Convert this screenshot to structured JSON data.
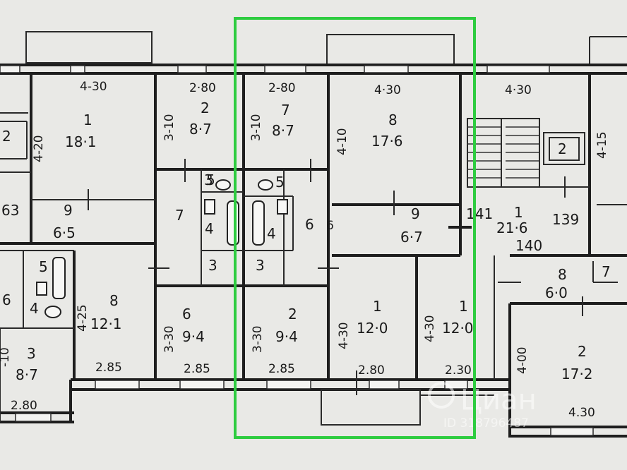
{
  "colors": {
    "paper": "#e9e9e6",
    "ink": "#1e1e1e",
    "highlight": "#2ecc40"
  },
  "watermark": {
    "logo": "Циан",
    "id": "ID 318796487"
  },
  "rooms": [
    {
      "id": "r-left-2",
      "num": "2",
      "area": ""
    },
    {
      "id": "r-left-63",
      "num": "",
      "area": "63"
    },
    {
      "id": "r-1-18",
      "num": "1",
      "area": "18·1"
    },
    {
      "id": "r-9-65",
      "num": "9",
      "area": "6·5"
    },
    {
      "id": "r-2-87a",
      "num": "2",
      "area": "8·7"
    },
    {
      "id": "r-7-left",
      "num": "7",
      "area": ""
    },
    {
      "id": "r-5-left",
      "num": "5",
      "area": ""
    },
    {
      "id": "r-4-left",
      "num": "4",
      "area": ""
    },
    {
      "id": "r-3-left",
      "num": "3",
      "area": ""
    },
    {
      "id": "r-5-bath",
      "num": "5",
      "area": ""
    },
    {
      "id": "r-6-lower",
      "num": "6",
      "area": ""
    },
    {
      "id": "r-4-lower",
      "num": "4",
      "area": ""
    },
    {
      "id": "r-8-121",
      "num": "8",
      "area": "12·1"
    },
    {
      "id": "r-6-94",
      "num": "6",
      "area": "9·4"
    },
    {
      "id": "r-3-87",
      "num": "3",
      "area": "8·7"
    },
    {
      "id": "r-7-87",
      "num": "7",
      "area": "8·7"
    },
    {
      "id": "r-8-176",
      "num": "8",
      "area": "17·6"
    },
    {
      "id": "r-3-wc",
      "num": "3",
      "area": ""
    },
    {
      "id": "r-5-wc",
      "num": "5",
      "area": ""
    },
    {
      "id": "r-4-bath",
      "num": "4",
      "area": ""
    },
    {
      "id": "r-6-hall",
      "num": "6",
      "area": ""
    },
    {
      "id": "r-9-67",
      "num": "9",
      "area": "6·7"
    },
    {
      "id": "r-3-hall",
      "num": "3",
      "area": ""
    },
    {
      "id": "r-2-94",
      "num": "2",
      "area": "9·4"
    },
    {
      "id": "r-1-120a",
      "num": "1",
      "area": "12·0"
    },
    {
      "id": "r-1-120b",
      "num": "1",
      "area": "12·0"
    },
    {
      "id": "r-1-216",
      "num": "1",
      "area": "21·6"
    },
    {
      "id": "r-2-stair",
      "num": "2",
      "area": ""
    },
    {
      "id": "r-7-right",
      "num": "7",
      "area": ""
    },
    {
      "id": "r-8-60",
      "num": "8",
      "area": "6·0"
    },
    {
      "id": "r-2-172",
      "num": "2",
      "area": "17·2"
    }
  ],
  "dimensions": [
    {
      "id": "d1",
      "text": "4-30"
    },
    {
      "id": "d2",
      "text": "2·80"
    },
    {
      "id": "d3",
      "text": "2-80"
    },
    {
      "id": "d4",
      "text": "4·30"
    },
    {
      "id": "d5",
      "text": "4·30"
    },
    {
      "id": "d6",
      "text": "4-20"
    },
    {
      "id": "d7",
      "text": "3-10"
    },
    {
      "id": "d8",
      "text": "3-10"
    },
    {
      "id": "d9",
      "text": "4-10"
    },
    {
      "id": "d10",
      "text": "4-15"
    },
    {
      "id": "d11",
      "text": "4-25"
    },
    {
      "id": "d12",
      "text": "3-30"
    },
    {
      "id": "d13",
      "text": "3-30"
    },
    {
      "id": "d14",
      "text": "4-30"
    },
    {
      "id": "d15",
      "text": "4-30"
    },
    {
      "id": "d16",
      "text": "4-00"
    },
    {
      "id": "d17",
      "text": "2.85"
    },
    {
      "id": "d18",
      "text": "2.85"
    },
    {
      "id": "d19",
      "text": "2.85"
    },
    {
      "id": "d20",
      "text": "2.80"
    },
    {
      "id": "d21",
      "text": "2.30"
    },
    {
      "id": "d22",
      "text": "2.80"
    },
    {
      "id": "d23",
      "text": "4.30"
    },
    {
      "id": "d24",
      "text": "6"
    },
    {
      "id": "d25",
      "text": "-10"
    }
  ],
  "unit_numbers": [
    {
      "id": "u141",
      "text": "141"
    },
    {
      "id": "u139",
      "text": "139"
    },
    {
      "id": "u140",
      "text": "140"
    }
  ]
}
